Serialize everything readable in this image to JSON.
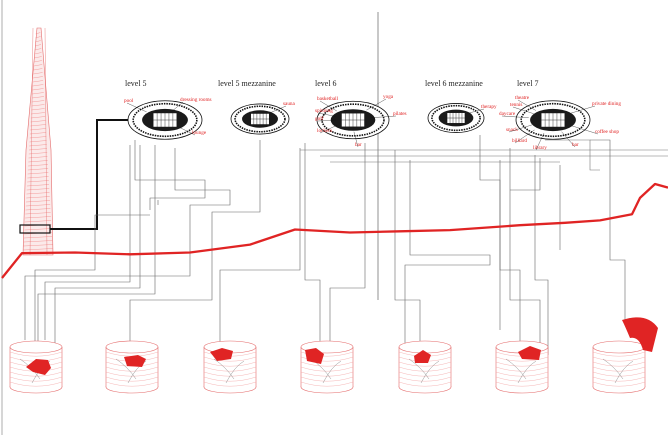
{
  "colors": {
    "accent": "#e02424",
    "line": "#555555",
    "ink": "#111111"
  },
  "levels": [
    {
      "title": "level 5",
      "amenities": [
        "pool",
        "dressing rooms",
        "lounge"
      ]
    },
    {
      "title": "level 5 mezzanine",
      "amenities": [
        "sauna"
      ]
    },
    {
      "title": "level 6",
      "amenities": [
        "basketball",
        "yoga",
        "spinning",
        "golf",
        "pilates",
        "lockers",
        "bar"
      ]
    },
    {
      "title": "level 6 mezzanine",
      "amenities": [
        "therapy"
      ]
    },
    {
      "title": "level 7",
      "amenities": [
        "theatre",
        "tennis",
        "daycare",
        "private dining",
        "snack",
        "billiard",
        "coffee shop",
        "library",
        "bar"
      ]
    }
  ],
  "chart_data": {
    "type": "line",
    "series": [
      {
        "values": [
          0.05,
          0.46,
          0.47,
          0.44,
          0.47,
          0.6,
          0.85,
          0.8,
          0.82,
          0.84,
          0.92,
          0.96,
          1.0,
          1.1,
          1.37,
          1.6,
          1.54
        ]
      }
    ]
  }
}
